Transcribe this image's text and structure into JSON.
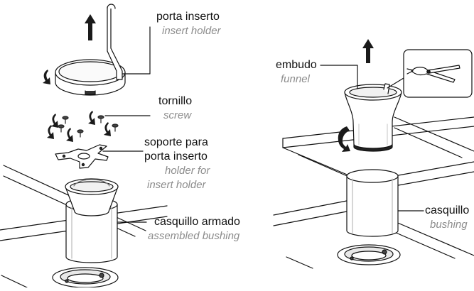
{
  "left_assembly": {
    "insert_holder": {
      "es": "porta inserto",
      "en": "insert holder"
    },
    "screw": {
      "es": "tornillo",
      "en": "screw"
    },
    "holder_support": {
      "es1": "soporte para",
      "es2": "porta inserto",
      "en1": "holder for",
      "en2": "insert holder"
    },
    "assembled_bushing": {
      "es": "casquillo armado",
      "en": "assembled bushing"
    }
  },
  "right_assembly": {
    "funnel": {
      "es": "embudo",
      "en": "funnel"
    },
    "bushing": {
      "es": "casquillo",
      "en": "bushing"
    }
  },
  "colors": {
    "line": "#111111",
    "arrow": "#1a1a1a",
    "english_text": "#8c8c8c",
    "fill": "#ffffff"
  }
}
